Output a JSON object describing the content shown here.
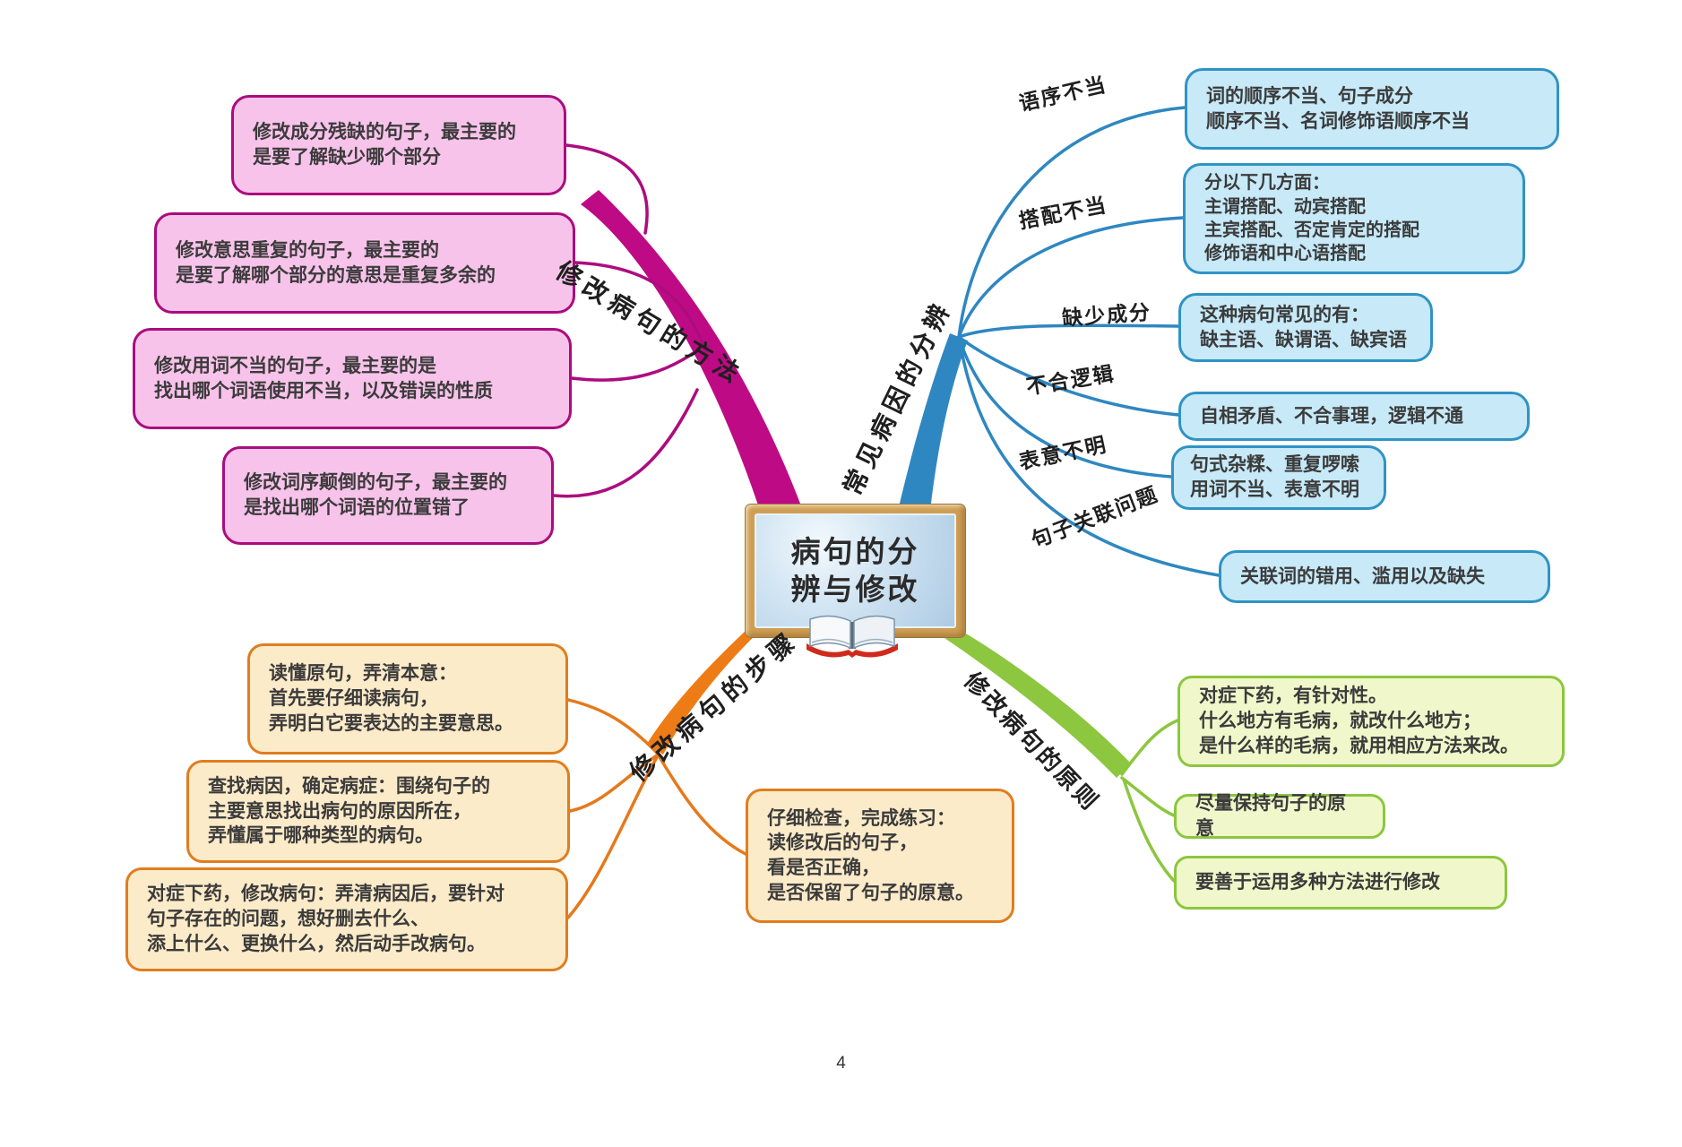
{
  "page": {
    "number": "4"
  },
  "center": {
    "title": "病句的分\n辨与修改"
  },
  "colors": {
    "methods": "#be0a85",
    "causes": "#2e87c1",
    "steps": "#ee7c16",
    "principles": "#8dc63f"
  },
  "branches": {
    "methods": {
      "label": "修改病句的方法",
      "boxes": [
        {
          "text": "修改成分残缺的句子，最主要的\n是要了解缺少哪个部分"
        },
        {
          "text": "修改意思重复的句子，最主要的\n是要了解哪个部分的意思是重复多余的"
        },
        {
          "text": "修改用词不当的句子，最主要的是\n找出哪个词语使用不当，以及错误的性质"
        },
        {
          "text": "修改词序颠倒的句子，最主要的\n是找出哪个词语的位置错了"
        }
      ]
    },
    "causes": {
      "label": "常见病因的分辨",
      "items": [
        {
          "label": "语序不当",
          "text": "词的顺序不当、句子成分\n顺序不当、名词修饰语顺序不当"
        },
        {
          "label": "搭配不当",
          "text": "分以下几方面：\n主谓搭配、动宾搭配\n主宾搭配、否定肯定的搭配\n修饰语和中心语搭配"
        },
        {
          "label": "缺少成分",
          "text": "这种病句常见的有：\n缺主语、缺谓语、缺宾语"
        },
        {
          "label": "不合逻辑",
          "text": "自相矛盾、不合事理，逻辑不通"
        },
        {
          "label": "表意不明",
          "text": "句式杂糅、重复啰嗦\n用词不当、表意不明"
        },
        {
          "label": "句子关联问题",
          "text": "关联词的错用、滥用以及缺失"
        }
      ]
    },
    "steps": {
      "label": "修改病句的步骤",
      "boxes": [
        {
          "text": "读懂原句，弄清本意：\n首先要仔细读病句，\n弄明白它要表达的主要意思。"
        },
        {
          "text": "查找病因，确定病症：围绕句子的\n主要意思找出病句的原因所在，\n弄懂属于哪种类型的病句。"
        },
        {
          "text": "对症下药，修改病句：弄清病因后，要针对\n句子存在的问题，想好删去什么、\n添上什么、更换什么，然后动手改病句。"
        },
        {
          "text": "仔细检查，完成练习：\n读修改后的句子，\n看是否正确，\n是否保留了句子的原意。"
        }
      ]
    },
    "principles": {
      "label": "修改病句的原则",
      "boxes": [
        {
          "text": "对症下药，有针对性。\n什么地方有毛病，就改什么地方；\n是什么样的毛病，就用相应方法来改。"
        },
        {
          "text": "尽量保持句子的原意"
        },
        {
          "text": "要善于运用多种方法进行修改"
        }
      ]
    }
  }
}
